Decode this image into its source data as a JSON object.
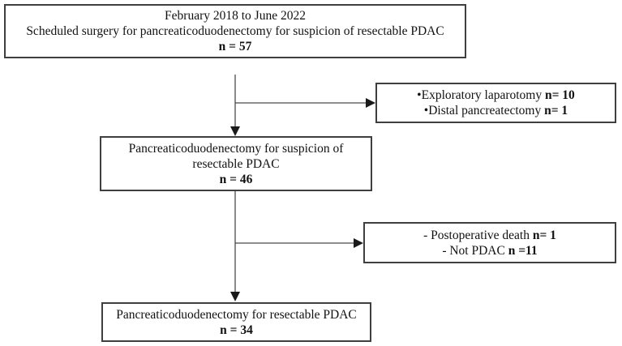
{
  "figure": {
    "background": "#ffffff",
    "border_color": "#3f3f3f",
    "line_color": "#4a4a4a",
    "arrow_color": "#1a1a1a",
    "text_color": "#111111",
    "boxes": {
      "enrollment": {
        "line1": "February 2018 to June 2022",
        "line2": "Scheduled surgery for pancreaticoduodenectomy for suspicion of resectable PDAC",
        "count": "n = 57"
      },
      "excluded_first": {
        "item1_label": "•Exploratory laparotomy ",
        "item1_count": "n= 10",
        "item2_label": "•Distal pancreatectomy ",
        "item2_count": "n= 1"
      },
      "suspicion": {
        "line1": "Pancreaticoduodenectomy for suspicion of",
        "line2": "resectable PDAC",
        "count": "n = 46"
      },
      "excluded_second": {
        "item1_label": "- Postoperative death ",
        "item1_count": "n= 1",
        "item2_label": "- Not PDAC ",
        "item2_count": "n =11"
      },
      "final": {
        "line1": "Pancreaticoduodenectomy for resectable PDAC",
        "count": "n = 34"
      }
    }
  }
}
